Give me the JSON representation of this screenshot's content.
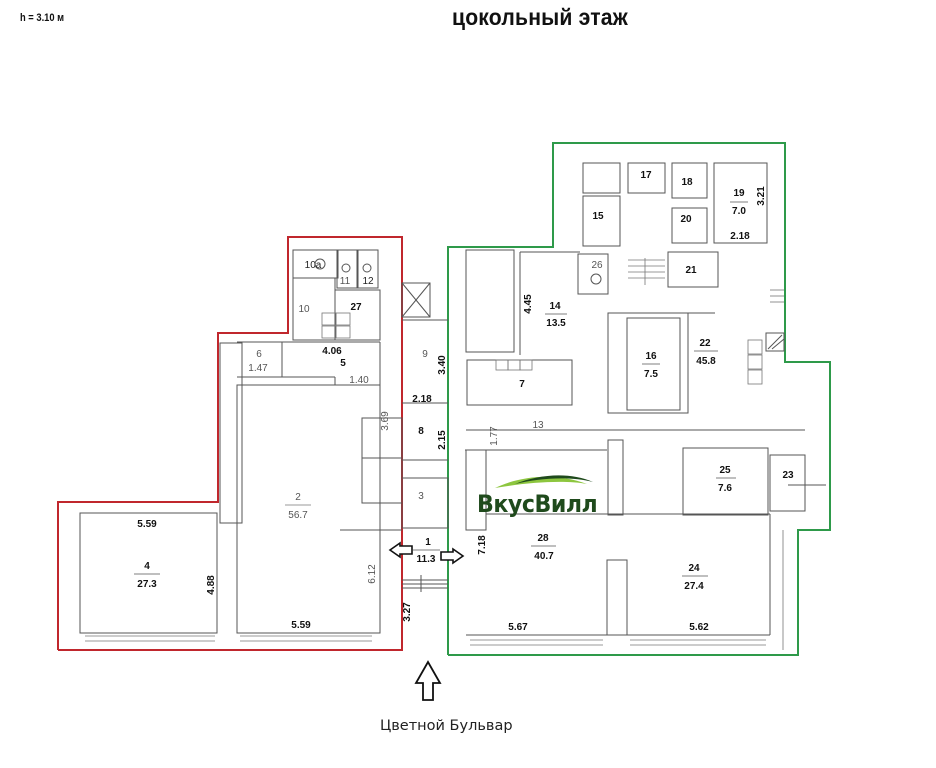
{
  "header": {
    "ceiling_height": "h = 3.10 м",
    "title": "цокольный этаж"
  },
  "street": {
    "label": "Цветной Бульвар",
    "arrow_icon": "up-arrow-icon"
  },
  "logo": {
    "text": "ВкусВилл",
    "colors": {
      "text": "#1f4a1c",
      "leaf_light": "#8dc63f",
      "leaf_dark": "#1f4a1c"
    }
  },
  "colors": {
    "red_zone": "#c0272d",
    "green_zone": "#2e9a4a",
    "walls": "#555555"
  },
  "rooms": {
    "r1": {
      "num": "1",
      "area": "11.3"
    },
    "r2": {
      "num": "2",
      "area": "56.7"
    },
    "r3": {
      "num": "3"
    },
    "r4": {
      "num": "4",
      "area": "27.3"
    },
    "r5": {
      "num": "5"
    },
    "r6": {
      "num": "6"
    },
    "r7": {
      "num": "7"
    },
    "r8": {
      "num": "8"
    },
    "r9": {
      "num": "9"
    },
    "r10": {
      "num": "10"
    },
    "r10a": {
      "num": "10а"
    },
    "r11": {
      "num": "11"
    },
    "r12": {
      "num": "12"
    },
    "r13": {
      "num": "13"
    },
    "r14": {
      "num": "14",
      "area": "13.5"
    },
    "r15": {
      "num": "15"
    },
    "r16": {
      "num": "16",
      "area": "7.5"
    },
    "r17": {
      "num": "17"
    },
    "r18": {
      "num": "18"
    },
    "r19": {
      "num": "19",
      "area": "7.0"
    },
    "r20": {
      "num": "20"
    },
    "r21": {
      "num": "21"
    },
    "r22": {
      "num": "22",
      "area": "45.8"
    },
    "r23": {
      "num": "23"
    },
    "r24": {
      "num": "24",
      "area": "27.4"
    },
    "r25": {
      "num": "25",
      "area": "7.6"
    },
    "r26": {
      "num": "26"
    },
    "r27": {
      "num": "27"
    },
    "r28": {
      "num": "28",
      "area": "40.7"
    }
  },
  "dimensions": {
    "d_4_06": "4.06",
    "d_1_47": "1.47",
    "d_1_40": "1.40",
    "d_3_40": "3.40",
    "d_2_18_a": "2.18",
    "d_3_69": "3.69",
    "d_2_15": "2.15",
    "d_5_59_top": "5.59",
    "d_4_88": "4.88",
    "d_6_12": "6.12",
    "d_5_59_bottom": "5.59",
    "d_3_27": "3.27",
    "d_4_45": "4.45",
    "d_1_77": "1.77",
    "d_7_18": "7.18",
    "d_5_67": "5.67",
    "d_5_62": "5.62",
    "d_3_21": "3.21",
    "d_2_18_b": "2.18"
  }
}
